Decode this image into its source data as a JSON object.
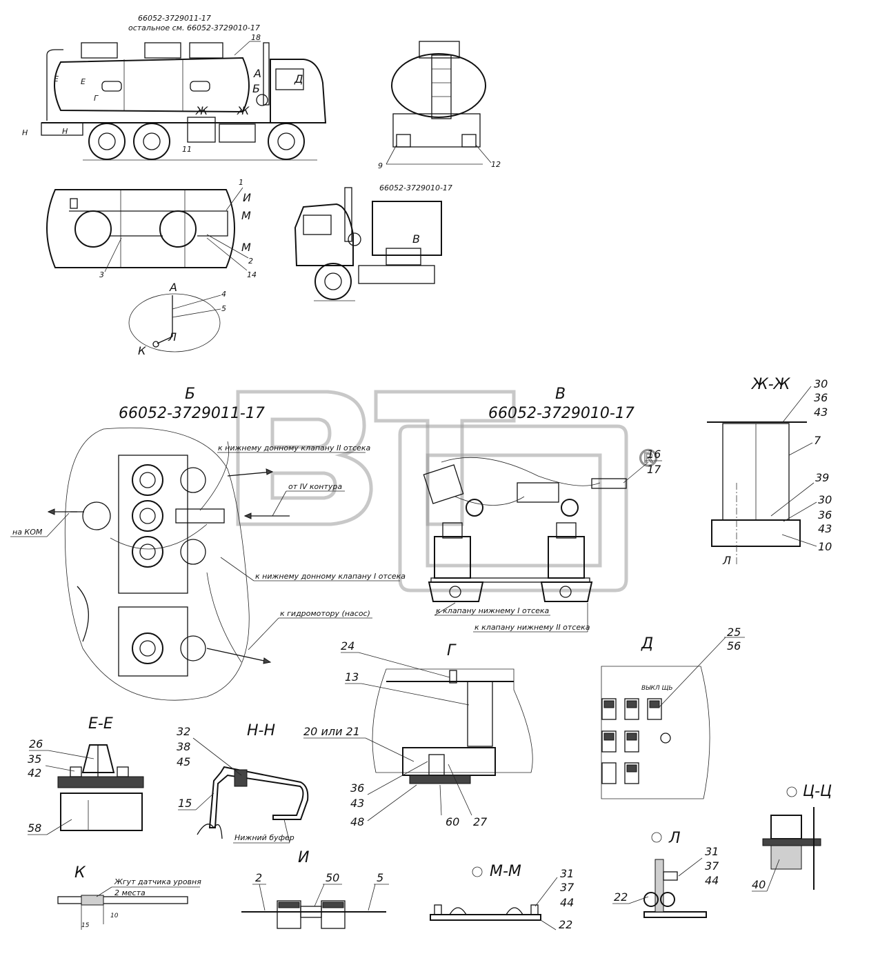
{
  "watermark": {
    "text": "BTM",
    "mark": "®"
  },
  "top": {
    "side_view_title": "66052-3729011-17",
    "side_view_note": "остальное см. 66052-3729010-17",
    "cab_view_title": "66052-3729010-17"
  },
  "views": {
    "b_letter": "Б",
    "b_code": "66052-3729011-17",
    "v_letter": "В",
    "v_code": "66052-3729010-17",
    "zh": "Ж-Ж",
    "g": "Г",
    "d": "Д",
    "ee": "Е-Е",
    "nn": "Н-Н",
    "k": "К",
    "i": "И",
    "mm": "М-М",
    "l": "Л",
    "ts": "Ц-Ц"
  },
  "notes": {
    "b_to_valve2": "к нижнему донному клапану II отсека",
    "b_from4": "от IV контура",
    "b_kom": "на КОМ",
    "b_to_valve1": "к нижнему донному клапану I отсека",
    "b_hydro": "к гидромотору (насос)",
    "v_valve1": "к клапану нижнему I отсека",
    "v_valve2": "к клапану нижнему II отсека",
    "buffer": "Нижний буфер",
    "harness": "Жгут датчика уровня",
    "places": "2 места",
    "g_alt": "20 или 21",
    "d_panel": "ВЫКЛ ЩЬ"
  },
  "callouts": {
    "top": [
      "18",
      "11",
      "9",
      "12",
      "1",
      "2",
      "3",
      "14",
      "4",
      "5"
    ],
    "letters": [
      "А",
      "Б",
      "Д",
      "Е",
      "Г",
      "Ж",
      "Н",
      "И",
      "М",
      "К",
      "Л",
      "В"
    ],
    "zh": [
      "30",
      "36",
      "43",
      "7",
      "39",
      "30",
      "36",
      "43",
      "10"
    ],
    "v": [
      "16",
      "17"
    ],
    "d": [
      "25",
      "56"
    ],
    "g": [
      "24",
      "13",
      "36",
      "43",
      "48",
      "60",
      "27"
    ],
    "ee": [
      "26",
      "35",
      "42",
      "58"
    ],
    "nn": [
      "32",
      "38",
      "45",
      "15"
    ],
    "i": [
      "2",
      "50",
      "5"
    ],
    "mm": [
      "31",
      "37",
      "44",
      "22"
    ],
    "l": [
      "31",
      "37",
      "44",
      "22"
    ],
    "ts": [
      "40"
    ]
  }
}
